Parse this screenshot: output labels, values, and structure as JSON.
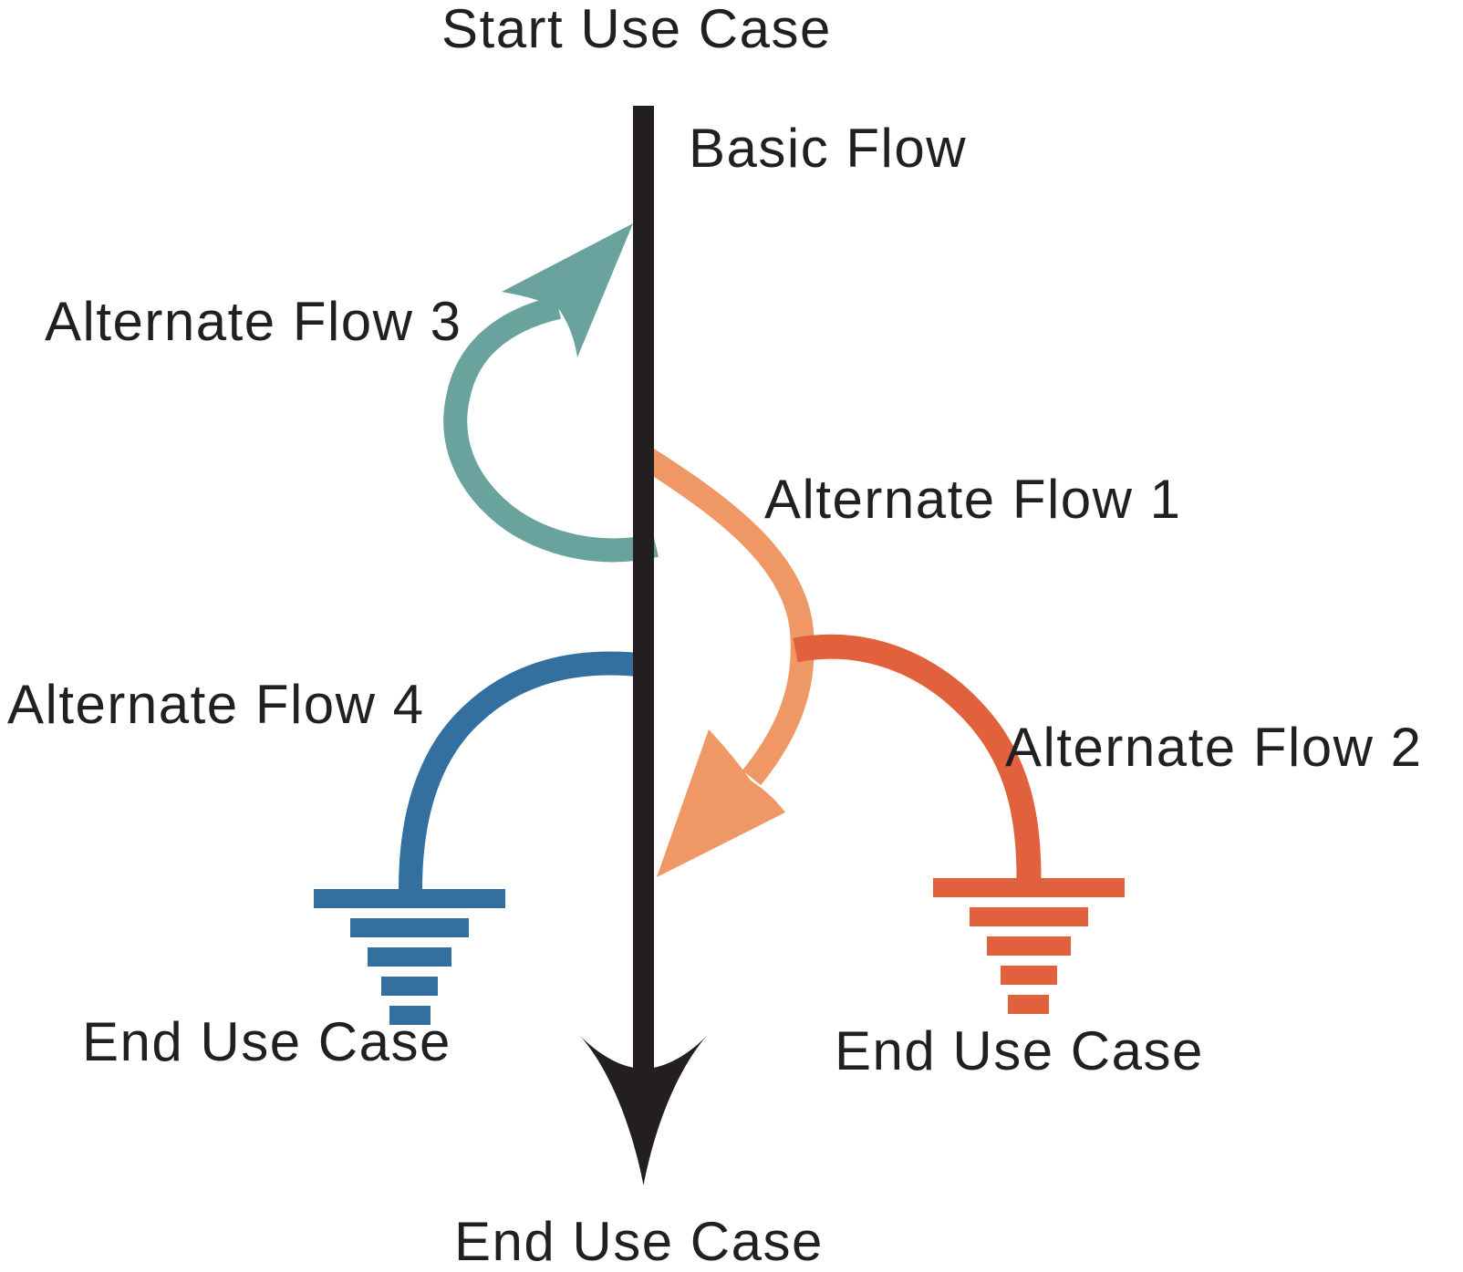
{
  "labels": {
    "start_use_case": "Start Use Case",
    "basic_flow": "Basic Flow",
    "alternate_flow_1": "Alternate Flow 1",
    "alternate_flow_2": "Alternate Flow 2",
    "alternate_flow_3": "Alternate Flow 3",
    "alternate_flow_4": "Alternate Flow 4",
    "end_use_case_left": "End Use Case",
    "end_use_case_right": "End Use Case",
    "end_use_case_bottom": "End Use Case"
  },
  "colors": {
    "background": "#ffffff",
    "text": "#231f20",
    "basic_flow": "#231f20",
    "alternate_flow_1": "#EF9866",
    "alternate_flow_2": "#E0613C",
    "alternate_flow_3": "#6AA29D",
    "alternate_flow_4": "#33709F"
  },
  "flows": [
    {
      "name": "Basic Flow",
      "color": "#231f20",
      "from": "Start Use Case",
      "to": "End Use Case",
      "shape": "straight vertical arrow pointing down"
    },
    {
      "name": "Alternate Flow 1",
      "color": "#EF9866",
      "from": "Basic Flow",
      "to": "Basic Flow",
      "shape": "loops right off the basic flow and rejoins it lower down with an arrowhead"
    },
    {
      "name": "Alternate Flow 2",
      "color": "#E0613C",
      "from": "Alternate Flow 1",
      "to": "End Use Case",
      "shape": "arcs right and down, terminating in a ground (end-of-use-case) symbol"
    },
    {
      "name": "Alternate Flow 3",
      "color": "#6AA29D",
      "from": "Basic Flow",
      "to": "Basic Flow",
      "shape": "loops left off the basic flow and returns upstream with an arrowhead"
    },
    {
      "name": "Alternate Flow 4",
      "color": "#33709F",
      "from": "Basic Flow",
      "to": "End Use Case",
      "shape": "arcs left and down, terminating in a ground (end-of-use-case) symbol"
    }
  ]
}
